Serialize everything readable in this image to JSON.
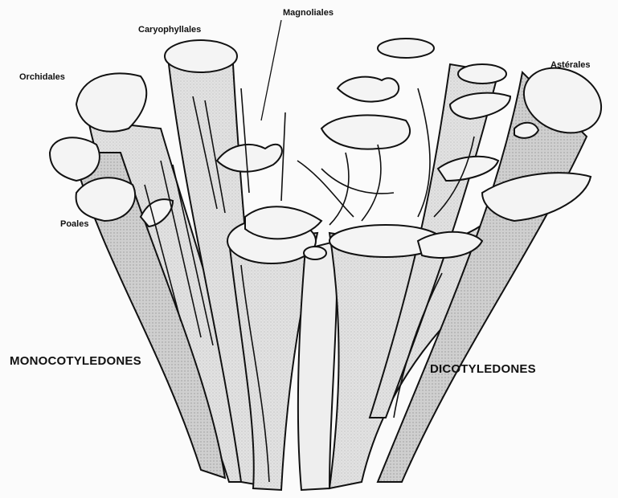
{
  "figure": {
    "labels": {
      "magnoliales": "Magnoliales",
      "caryophyllales": "Caryophyllales",
      "orchidales": "Orchidales",
      "asterales": "Astérales",
      "poales": "Poales",
      "monocotyledones": "MONOCOTYLEDONES",
      "dicotyledones": "DICOTYLEDONES"
    },
    "colors": {
      "ink": "#111111",
      "tube_fill": "#e4e4e4",
      "tube_dark": "#c9c9c9",
      "leaf_fill": "#f4f4f4",
      "background": "#fbfbfb"
    }
  }
}
